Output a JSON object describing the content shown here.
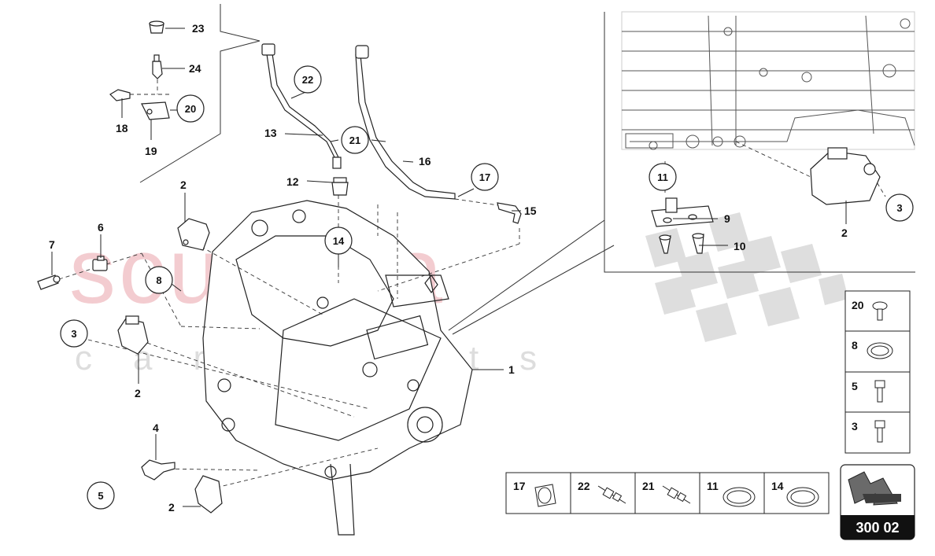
{
  "watermark": {
    "main": "scuderia",
    "sub": "car parts",
    "color": "#e8a0a8"
  },
  "callouts_plain": [
    {
      "id": "c1",
      "text": "1"
    },
    {
      "id": "c2a",
      "text": "2"
    },
    {
      "id": "c2b",
      "text": "2"
    },
    {
      "id": "c2c",
      "text": "2"
    },
    {
      "id": "c2d",
      "text": "2"
    },
    {
      "id": "c4",
      "text": "4"
    },
    {
      "id": "c6",
      "text": "6"
    },
    {
      "id": "c7",
      "text": "7"
    },
    {
      "id": "c9",
      "text": "9"
    },
    {
      "id": "c10",
      "text": "10"
    },
    {
      "id": "c12",
      "text": "12"
    },
    {
      "id": "c13",
      "text": "13"
    },
    {
      "id": "c15",
      "text": "15"
    },
    {
      "id": "c16",
      "text": "16"
    },
    {
      "id": "c18",
      "text": "18"
    },
    {
      "id": "c19",
      "text": "19"
    },
    {
      "id": "c23",
      "text": "23"
    },
    {
      "id": "c24",
      "text": "24"
    }
  ],
  "callouts_circled": [
    {
      "id": "k3a",
      "text": "3"
    },
    {
      "id": "k3b",
      "text": "3"
    },
    {
      "id": "k5",
      "text": "5"
    },
    {
      "id": "k8",
      "text": "8"
    },
    {
      "id": "k11",
      "text": "11"
    },
    {
      "id": "k14",
      "text": "14"
    },
    {
      "id": "k17",
      "text": "17"
    },
    {
      "id": "k20",
      "text": "20"
    },
    {
      "id": "k21",
      "text": "21"
    },
    {
      "id": "k22",
      "text": "22"
    }
  ],
  "legend_vertical": [
    {
      "label": "20",
      "icon": "screw-icon"
    },
    {
      "label": "8",
      "icon": "o-ring-icon"
    },
    {
      "label": "5",
      "icon": "bolt-icon"
    },
    {
      "label": "3",
      "icon": "bolt-icon"
    }
  ],
  "legend_horizontal": [
    {
      "label": "17",
      "icon": "hose-clamp-icon"
    },
    {
      "label": "22",
      "icon": "union-fitting-icon"
    },
    {
      "label": "21",
      "icon": "union-fitting-icon"
    },
    {
      "label": "11",
      "icon": "o-ring-icon"
    },
    {
      "label": "14",
      "icon": "o-ring-icon"
    }
  ],
  "page_box": {
    "number": "300 02",
    "arrow_icon": "next-page-arrow-icon"
  }
}
